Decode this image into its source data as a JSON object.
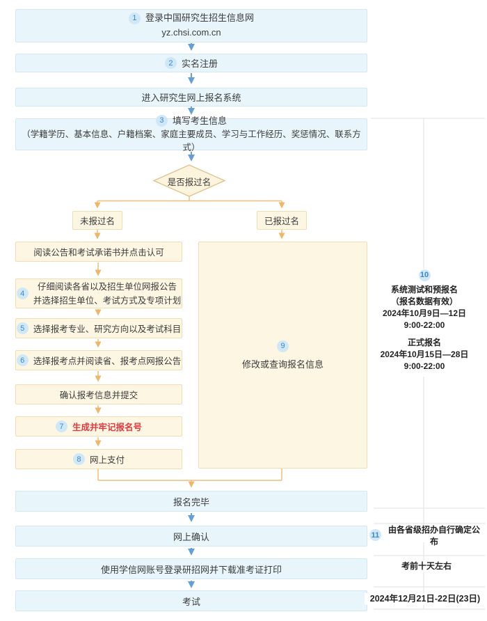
{
  "colors": {
    "blue_box_bg": "#e8f5fb",
    "cream_box_bg": "#fdf6e3",
    "arrow_blue": "#64a0d8",
    "arrow_orange": "#f0b668",
    "red_text": "#e2383f",
    "badge_bg": "#cfe8f8",
    "badge_text": "#3e86c7"
  },
  "flow": {
    "step1": {
      "num": "1",
      "title": "登录中国研究生招生信息网",
      "url": "yz.chsi.com.cn"
    },
    "step2": {
      "num": "2",
      "label": "实名注册"
    },
    "step3": {
      "label": "进入研究生网上报名系统"
    },
    "step4": {
      "num": "3",
      "title": "填写考生信息",
      "detail": "（学籍学历、基本信息、户籍档案、家庭主要成员、学习与工作经历、奖惩情况、联系方式）"
    },
    "decision": {
      "label": "是否报过名"
    },
    "branch_no": {
      "label": "未报过名"
    },
    "branch_yes": {
      "label": "已报过名"
    },
    "left_steps": [
      {
        "label": "阅读公告和考试承诺书并点击认可"
      },
      {
        "num": "4",
        "line1": "仔细阅读各省以及招生单位网报公告",
        "line2": "并选择招生单位、考试方式及专项计划"
      },
      {
        "num": "5",
        "label": "选择报考专业、研究方向以及考试科目"
      },
      {
        "num": "6",
        "label": "选择报考点并阅读省、报考点网报公告"
      },
      {
        "label": "确认报考信息并提交"
      },
      {
        "num": "7",
        "label": "生成并牢记报名号"
      },
      {
        "num": "8",
        "label": "网上支付"
      }
    ],
    "modify": {
      "num": "9",
      "label": "修改或查询报名信息"
    },
    "finish": {
      "label": "报名完毕"
    },
    "confirm": {
      "label": "网上确认"
    },
    "download": {
      "label": "使用学信网账号登录研招网并下载准考证打印"
    },
    "exam": {
      "label": "考试"
    }
  },
  "sidebar": {
    "schedule": {
      "num": "10",
      "pre_title": "系统测试和预报名",
      "pre_note": "（报名数据有效）",
      "pre_date": "2024年10月9日—12日",
      "pre_time": "9:00-22:00",
      "formal_title": "正式报名",
      "formal_date": "2024年10月15日—28日",
      "formal_time": "9:00-22:00"
    },
    "confirm_note": {
      "num": "11",
      "label": "由各省级招办自行确定公布"
    },
    "download_note": "考前十天左右",
    "exam_date": "2024年12月21日-22日(23日)"
  }
}
